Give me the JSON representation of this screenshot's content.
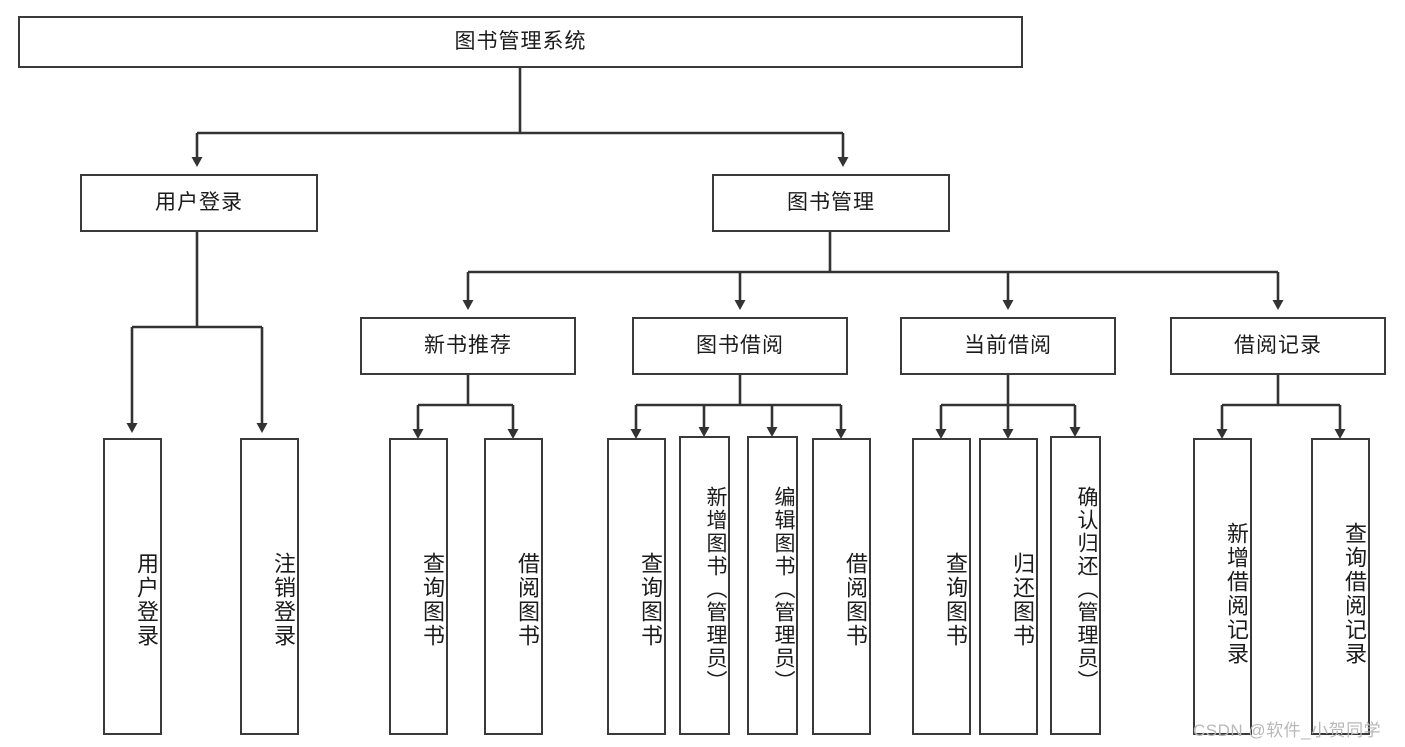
{
  "diagram": {
    "title_node": "图书管理系统",
    "watermark": "CSDN @软件_小贺同学",
    "colors": {
      "background": "#ffffff",
      "border": "#3a3a3a",
      "text": "#1b1b1b",
      "connector": "#333333",
      "watermark": "#b8b8b8"
    },
    "levels": {
      "level1": [
        "图书管理系统"
      ],
      "level2": [
        "用户登录",
        "图书管理"
      ],
      "level3": [
        "新书推荐",
        "图书借阅",
        "当前借阅",
        "借阅记录"
      ],
      "level4": [
        "用户登录",
        "注销登录",
        "查询图书",
        "借阅图书",
        "查询图书",
        "新增图书（管理员）",
        "编辑图书（管理员）",
        "借阅图书",
        "查询图书",
        "归还图书",
        "确认归还（管理员）",
        "新增借阅记录",
        "查询借阅记录"
      ]
    },
    "nodes": {
      "root": {
        "label": "图书管理系统"
      },
      "user_login": {
        "label": "用户登录"
      },
      "book_manage": {
        "label": "图书管理"
      },
      "new_book_rec": {
        "label": "新书推荐"
      },
      "book_borrow": {
        "label": "图书借阅"
      },
      "current_borrow": {
        "label": "当前借阅"
      },
      "borrow_record": {
        "label": "借阅记录"
      },
      "leaf_user_login": {
        "label": "用户登录"
      },
      "leaf_logout": {
        "label": "注销登录"
      },
      "leaf_query_book_1": {
        "label": "查询图书"
      },
      "leaf_borrow_book_1": {
        "label": "借阅图书"
      },
      "leaf_query_book_2": {
        "label": "查询图书"
      },
      "leaf_add_book": {
        "label": "新增图书（管理员）"
      },
      "leaf_edit_book": {
        "label": "编辑图书（管理员）"
      },
      "leaf_borrow_book_2": {
        "label": "借阅图书"
      },
      "leaf_query_book_3": {
        "label": "查询图书"
      },
      "leaf_return_book": {
        "label": "归还图书"
      },
      "leaf_confirm_return": {
        "label": "确认归还（管理员）"
      },
      "leaf_add_record": {
        "label": "新增借阅记录"
      },
      "leaf_query_record": {
        "label": "查询借阅记录"
      }
    }
  }
}
